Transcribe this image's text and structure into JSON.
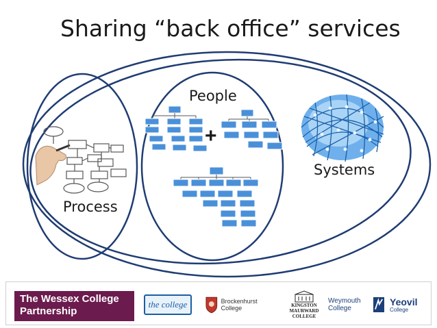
{
  "slide": {
    "title": "Sharing “back office” services"
  },
  "diagram": {
    "labels": {
      "people": "People",
      "plus": "+",
      "systems": "Systems",
      "process": "Process"
    },
    "icons": [
      "flowchart-hand-image",
      "org-chart-icon",
      "globe-network-icon"
    ],
    "colors": {
      "ellipse_stroke": "#1f3c73",
      "org_box": "#4a90d9",
      "globe": "#2f7fd0"
    }
  },
  "banner": {
    "title": "The Wessex College Partnership",
    "logos": {
      "the_college": "the college",
      "brockenhurst": "Brockenhurst College",
      "kingston_maurward": "KINGSTON MAURWARD COLLEGE",
      "weymouth": "Weymouth College",
      "yeovil": "Yeovil",
      "yeovil_sub": "College"
    },
    "colors": {
      "title_bg": "#6b1b4d"
    }
  }
}
